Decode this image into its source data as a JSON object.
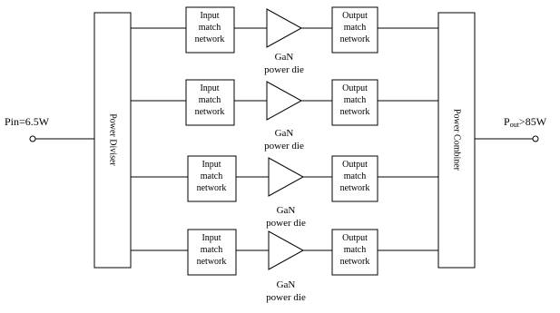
{
  "input_port": {
    "prefix": "Pin=",
    "value": "6.5W"
  },
  "output_port": {
    "prefix": "P",
    "subscript": "out",
    "value": ">85W"
  },
  "divider_label": "Power Diviser",
  "combiner_label": "Power Combiner",
  "branches": [
    {
      "input_match": [
        "Input",
        "match",
        "network"
      ],
      "amplifier": [
        "GaN",
        "power die"
      ],
      "output_match": [
        "Output",
        "match",
        "network"
      ]
    },
    {
      "input_match": [
        "Input",
        "match",
        "network"
      ],
      "amplifier": [
        "GaN",
        "power die"
      ],
      "output_match": [
        "Output",
        "match",
        "network"
      ]
    },
    {
      "input_match": [
        "Input",
        "match",
        "network"
      ],
      "amplifier": [
        "GaN",
        "power die"
      ],
      "output_match": [
        "Output",
        "match",
        "network"
      ]
    },
    {
      "input_match": [
        "Input",
        "match",
        "network"
      ],
      "amplifier": [
        "GaN",
        "power die"
      ],
      "output_match": [
        "Output",
        "match",
        "network"
      ]
    }
  ]
}
